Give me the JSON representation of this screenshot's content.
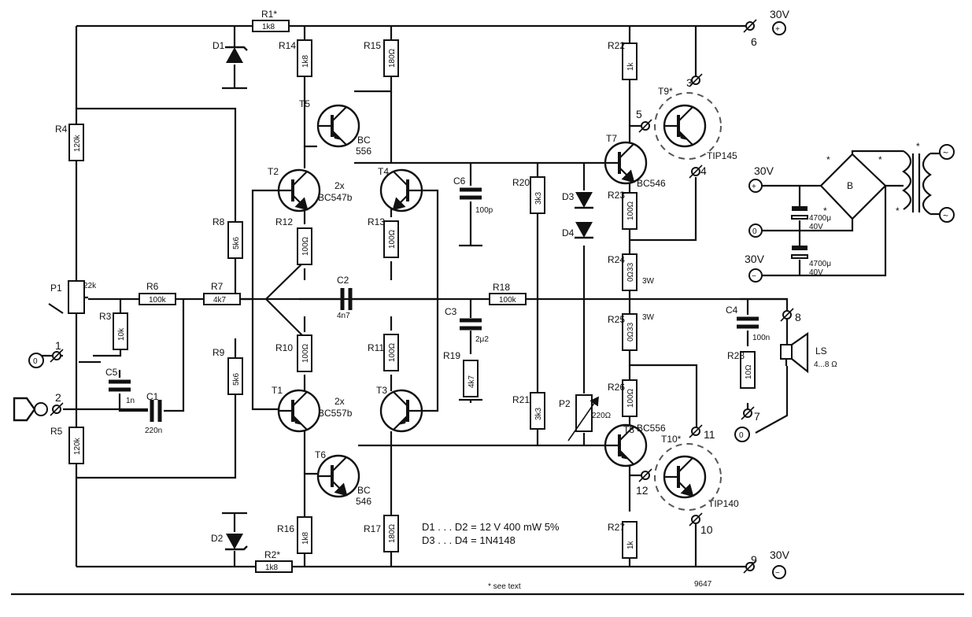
{
  "resistors": [
    {
      "id": "R1",
      "label": "R1",
      "value": "1k8",
      "mark": "*"
    },
    {
      "id": "R2",
      "label": "R2",
      "value": "1k8",
      "mark": "*"
    },
    {
      "id": "R3",
      "label": "R3",
      "value": "10k"
    },
    {
      "id": "R4",
      "label": "R4",
      "value": "120k"
    },
    {
      "id": "R5",
      "label": "R5",
      "value": "120k"
    },
    {
      "id": "R6",
      "label": "R6",
      "value": "100k"
    },
    {
      "id": "R7",
      "label": "R7",
      "value": "4k7"
    },
    {
      "id": "R8",
      "label": "R8",
      "value": "5k6"
    },
    {
      "id": "R9",
      "label": "R9",
      "value": "5k6"
    },
    {
      "id": "R10",
      "label": "R10",
      "value": "100Ω"
    },
    {
      "id": "R11",
      "label": "R11",
      "value": "100Ω"
    },
    {
      "id": "R12",
      "label": "R12",
      "value": "100Ω"
    },
    {
      "id": "R13",
      "label": "R13",
      "value": "100Ω"
    },
    {
      "id": "R14",
      "label": "R14",
      "value": "1k8"
    },
    {
      "id": "R15",
      "label": "R15",
      "value": "180Ω"
    },
    {
      "id": "R16",
      "label": "R16",
      "value": "1k8"
    },
    {
      "id": "R17",
      "label": "R17",
      "value": "180Ω"
    },
    {
      "id": "R18",
      "label": "R18",
      "value": "100k"
    },
    {
      "id": "R19",
      "label": "R19",
      "value": "4k7"
    },
    {
      "id": "R20",
      "label": "R20",
      "value": "3k3"
    },
    {
      "id": "R21",
      "label": "R21",
      "value": "3k3"
    },
    {
      "id": "R22",
      "label": "R22",
      "value": "1k"
    },
    {
      "id": "R23",
      "label": "R23",
      "value": "100Ω"
    },
    {
      "id": "R24",
      "label": "R24",
      "value": "0Ω33",
      "power": "3W"
    },
    {
      "id": "R25",
      "label": "R25",
      "value": "0Ω33",
      "power": "3W"
    },
    {
      "id": "R26",
      "label": "R26",
      "value": "100Ω"
    },
    {
      "id": "R27",
      "label": "R27",
      "value": "1k"
    },
    {
      "id": "R28",
      "label": "R28",
      "value": "10Ω"
    }
  ],
  "capacitors": [
    {
      "id": "C1",
      "label": "C1",
      "value": "220n"
    },
    {
      "id": "C2",
      "label": "C2",
      "value": "4n7"
    },
    {
      "id": "C3",
      "label": "C3",
      "value": "2μ2"
    },
    {
      "id": "C4",
      "label": "C4",
      "value": "100n"
    },
    {
      "id": "C5",
      "label": "C5",
      "value": "1n"
    },
    {
      "id": "C6",
      "label": "C6",
      "value": "100p"
    },
    {
      "id": "Cs1",
      "label": "",
      "value": "4700μ",
      "voltage": "40V"
    },
    {
      "id": "Cs2",
      "label": "",
      "value": "4700μ",
      "voltage": "40V"
    }
  ],
  "transistors": [
    {
      "id": "T1",
      "label": "T1"
    },
    {
      "id": "T2",
      "label": "T2"
    },
    {
      "id": "T3",
      "label": "T3"
    },
    {
      "id": "T4",
      "label": "T4"
    },
    {
      "id": "T5",
      "label": "T5",
      "type_a": "BC",
      "type_b": "556"
    },
    {
      "id": "T6",
      "label": "T6",
      "type_a": "BC",
      "type_b": "546"
    },
    {
      "id": "T7",
      "label": "T7",
      "type": "BC546"
    },
    {
      "id": "T8",
      "label": "T8",
      "type": "BC556"
    },
    {
      "id": "T9",
      "label": "T9",
      "mark": "*",
      "type": "TIP145"
    },
    {
      "id": "T10",
      "label": "T10",
      "mark": "*",
      "type": "TIP140"
    }
  ],
  "pair_labels": {
    "t2t4_count": "2x",
    "t2t4_type": "BC547b",
    "t1t3_count": "2x",
    "t1t3_type": "BC557b"
  },
  "diodes": [
    {
      "id": "D1",
      "label": "D1"
    },
    {
      "id": "D2",
      "label": "D2"
    },
    {
      "id": "D3",
      "label": "D3"
    },
    {
      "id": "D4",
      "label": "D4"
    }
  ],
  "pots": [
    {
      "id": "P1",
      "label": "P1",
      "value": "22k"
    },
    {
      "id": "P2",
      "label": "P2",
      "value": "220Ω"
    }
  ],
  "terminals": {
    "t1": "1",
    "t2": "2",
    "t3": "3",
    "t4": "4",
    "t5": "5",
    "t6": "6",
    "t7": "7",
    "t8": "8",
    "t9": "9",
    "t10": "10",
    "t11": "11",
    "t12": "12",
    "zero": "0"
  },
  "supply": {
    "pos_label": "30V",
    "neg_label": "30V",
    "zero": "0",
    "bridge": "B",
    "mark": "*",
    "ac": "~",
    "plus": "+",
    "minus": "−"
  },
  "speaker": {
    "label": "LS",
    "impedance": "4...8 Ω"
  },
  "notes": {
    "d1d2": "D1 . . . D2 = 12 V 400 mW 5%",
    "d3d4": "D3 . . . D4 = 1N4148",
    "see_text": "* see text",
    "code": "9647"
  },
  "colors": {
    "ink": "#111111",
    "paper": "#ffffff",
    "dash": "#555555"
  }
}
